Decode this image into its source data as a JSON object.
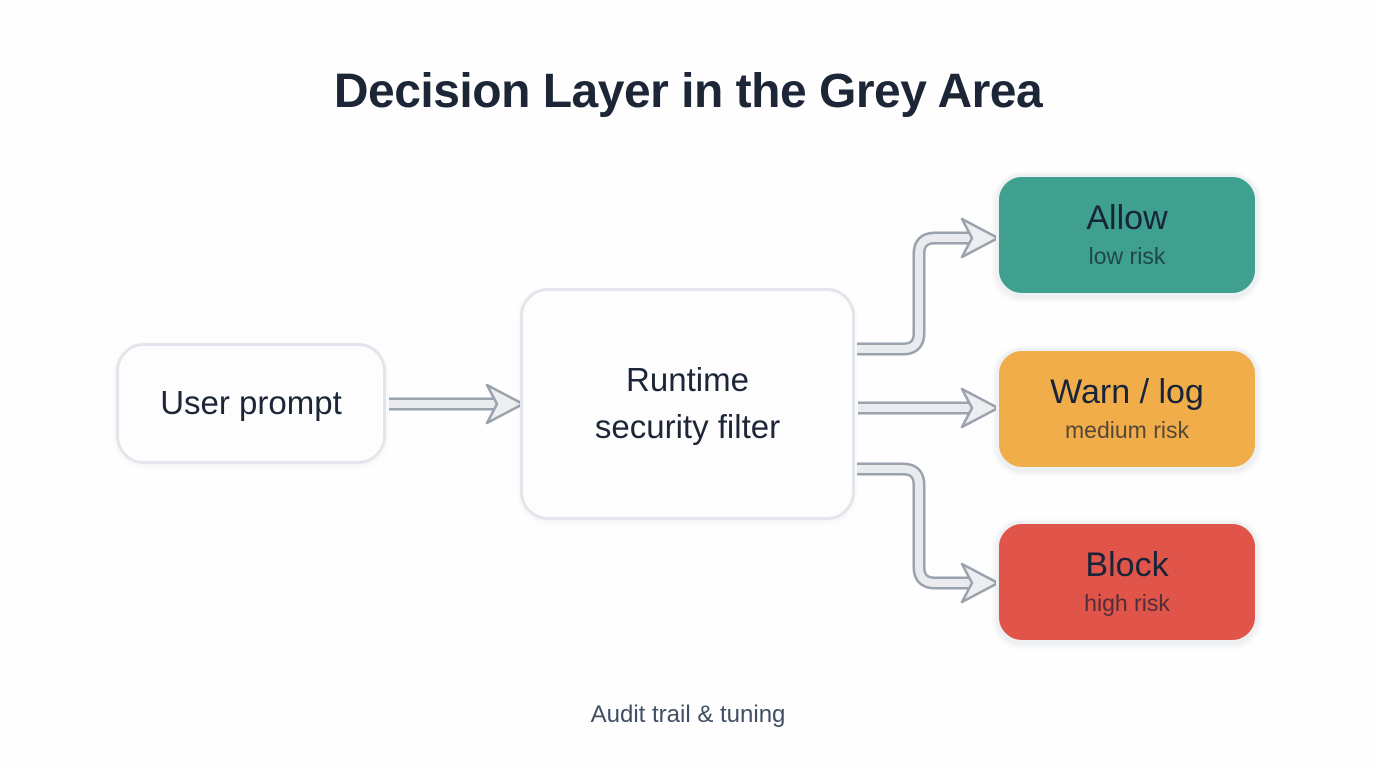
{
  "title": "Decision Layer in the Grey Area",
  "caption": "Audit trail & tuning",
  "nodes": {
    "user_prompt": {
      "label": "User prompt"
    },
    "filter": {
      "label": "Runtime security filter"
    },
    "allow": {
      "label": "Allow",
      "sublabel": "low risk",
      "color": "#3fa08f"
    },
    "warn": {
      "label": "Warn / log",
      "sublabel": "medium risk",
      "color": "#f0ad4a"
    },
    "block": {
      "label": "Block",
      "sublabel": "high risk",
      "color": "#e0544a"
    }
  },
  "edges": [
    {
      "from": "user_prompt",
      "to": "filter"
    },
    {
      "from": "filter",
      "to": "allow"
    },
    {
      "from": "filter",
      "to": "warn"
    },
    {
      "from": "filter",
      "to": "block"
    }
  ],
  "colors": {
    "title_text": "#1d2637",
    "node_text": "#1d2637",
    "node_border": "#e2e6ec",
    "arrow_fill": "#e9ebee",
    "arrow_outline": "#9aa2ad",
    "background": "#fefefe"
  }
}
